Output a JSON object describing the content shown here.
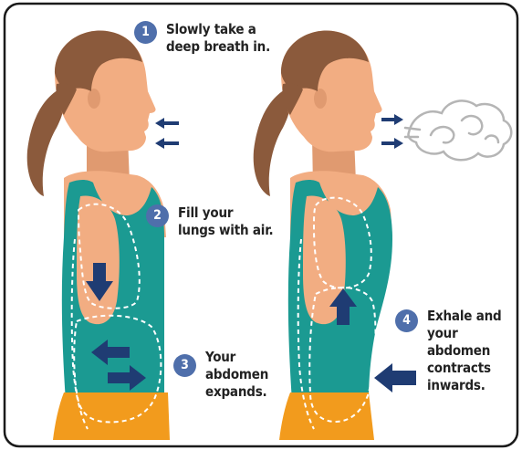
{
  "steps": [
    {
      "number": "1",
      "lines": [
        "Slowly take a",
        "deep breath in."
      ]
    },
    {
      "number": "2",
      "lines": [
        "Fill your",
        "lungs with air."
      ]
    },
    {
      "number": "3",
      "lines": [
        "Your",
        "abdomen",
        "expands."
      ]
    },
    {
      "number": "4",
      "lines": [
        "Exhale and",
        "your",
        "abdomen",
        "contracts",
        "inwards."
      ]
    }
  ],
  "colors": {
    "skin": "#f2ad82",
    "skin_shadow": "#e09a70",
    "hair": "#8b5a3c",
    "tank_top": "#1b9a92",
    "pants": "#f29b1d",
    "arrow": "#1f3c73",
    "badge": "#4f6fab",
    "breath_cloud": "#b5b5b5"
  },
  "icons": [
    "inhale-arrows-icon",
    "exhale-arrows-icon",
    "breath-cloud-icon",
    "abdomen-in-arrow-icon",
    "lung-down-arrow-icon",
    "lung-up-arrow-icon",
    "abdomen-expand-arrows-icon"
  ]
}
